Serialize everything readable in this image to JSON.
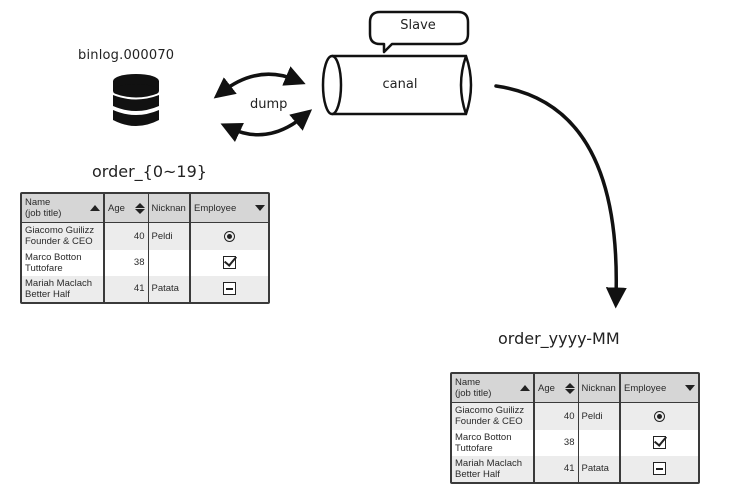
{
  "binlog_label": "binlog.000070",
  "dump_label": "dump",
  "slave_label": "Slave",
  "canal_label": "canal",
  "title_left": "order_{0~19}",
  "title_right": "order_yyyy-MM",
  "table": {
    "headers": {
      "name_line1": "Name",
      "name_line2": "(job title)",
      "age": "Age",
      "nickname": "Nicknan",
      "employee": "Employee"
    },
    "rows": [
      {
        "name": "Giacomo Guilizz",
        "title": "Founder & CEO",
        "age": "40",
        "nickname": "Peldi",
        "employee_icon": "radio-selected-icon"
      },
      {
        "name": "Marco Botton",
        "title": "Tuttofare",
        "age": "38",
        "nickname": "",
        "employee_icon": "checkbox-checked-icon"
      },
      {
        "name": "Mariah Maclach",
        "title": "Better Half",
        "age": "41",
        "nickname": "Patata",
        "employee_icon": "checkbox-indeterminate-icon"
      }
    ]
  },
  "colors": {
    "stroke": "#222222",
    "header_bg": "#d6d6d6",
    "row_alt_bg": "#ffffff",
    "row_bg": "#ececec"
  }
}
